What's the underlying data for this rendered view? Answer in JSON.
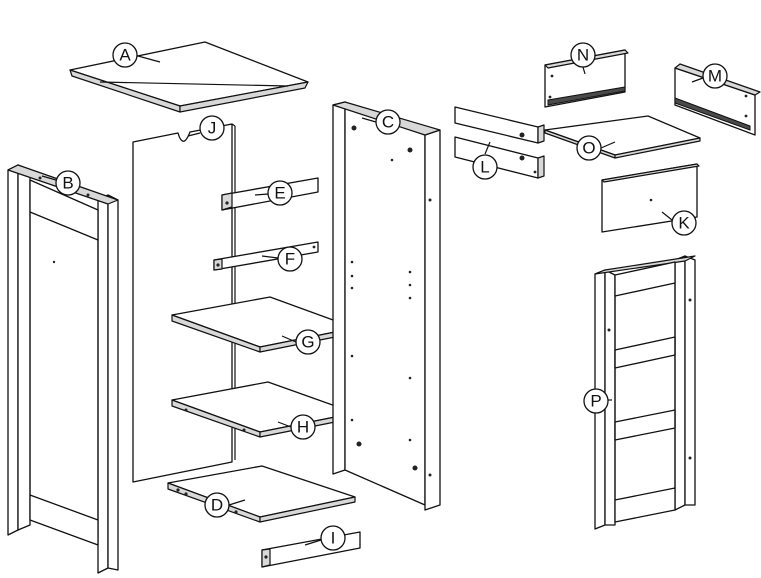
{
  "labels": {
    "A": "A",
    "B": "B",
    "C": "C",
    "D": "D",
    "E": "E",
    "F": "F",
    "G": "G",
    "H": "H",
    "I": "I",
    "J": "J",
    "K": "K",
    "L": "L",
    "M": "M",
    "N": "N",
    "O": "O",
    "P": "P"
  }
}
